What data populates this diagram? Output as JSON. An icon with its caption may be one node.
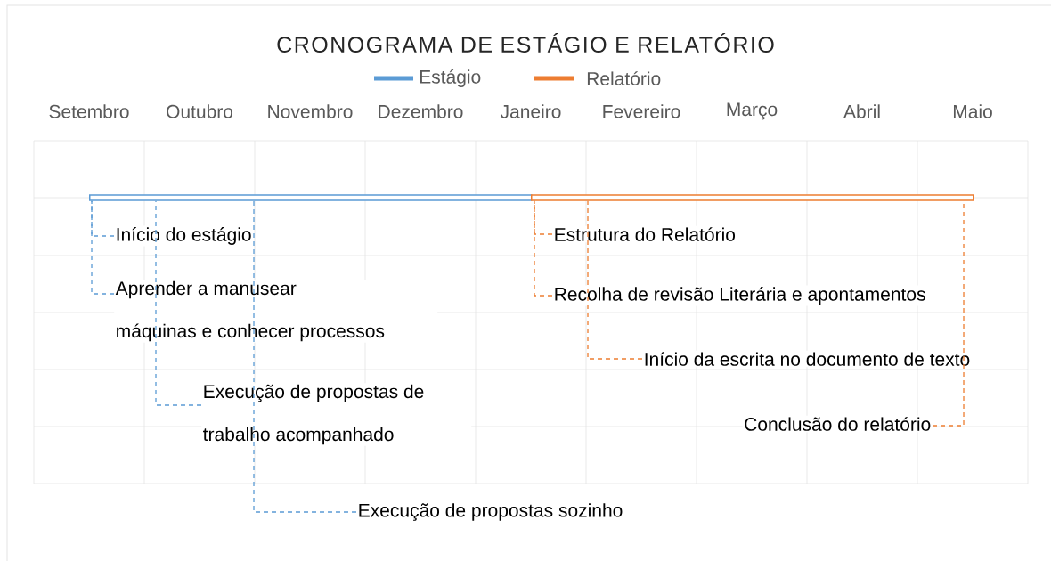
{
  "diagram": {
    "title": "CRONOGRAMA DE ESTÁGIO E RELATÓRIO",
    "nodes": [
      {
        "text": [],
        "shape": "bar"
      },
      {
        "text": [],
        "shape": "bar"
      },
      {
        "text": [
          "Início do estágio"
        ]
      },
      {
        "text": [
          "Aprender a manusear máquinas e conhecer processos"
        ]
      },
      {
        "text": [
          "Execução de propostas de trabalho acompanhado"
        ]
      },
      {
        "text": [
          "Execução de propostas sozinho"
        ]
      },
      {
        "text": [
          "Estrutura do Relatório"
        ]
      },
      {
        "text": [
          "Recolha de revisão Literária e apontamentos"
        ]
      },
      {
        "text": [
          "Início da escrita no documento de texto"
        ]
      },
      {
        "text": [
          "Conclusão do relatório"
        ]
      }
    ],
    "edges": [
      {
        "from": 2,
        "to": 0,
        "arrow": "none",
        "style": "dashed"
      },
      {
        "from": 3,
        "to": 0,
        "arrow": "none",
        "style": "dashed"
      },
      {
        "from": 4,
        "to": 0,
        "arrow": "none",
        "style": "dashed"
      },
      {
        "from": 5,
        "to": 0,
        "arrow": "none",
        "style": "dashed"
      },
      {
        "from": 6,
        "to": 1,
        "arrow": "none",
        "style": "dashed",
        "color": "#ed7d31"
      },
      {
        "from": 7,
        "to": 1,
        "arrow": "none",
        "style": "dashed",
        "color": "#ed7d31"
      },
      {
        "from": 8,
        "to": 1,
        "arrow": "none",
        "style": "dashed",
        "color": "#ed7d31"
      },
      {
        "from": 9,
        "to": 1,
        "arrow": "none",
        "style": "dashed",
        "color": "#ed7d31"
      }
    ],
    "labels": [
      "Setembro",
      "Outubro",
      "Novembro",
      "Dezembro",
      "Janeiro",
      "Fevereiro",
      "Março",
      "Abril",
      "Maio"
    ],
    "legend": [
      {
        "text": "Estágio",
        "color": "#5b9bd5"
      },
      {
        "text": "Relatório",
        "color": "#ed7d31"
      }
    ]
  }
}
